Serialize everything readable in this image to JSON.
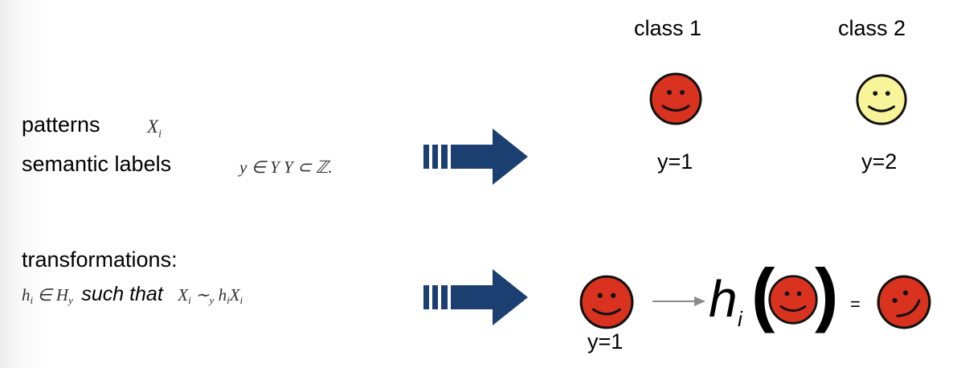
{
  "classes": [
    {
      "header": "class 1",
      "label": "y=1",
      "face_color": "#d9321e"
    },
    {
      "header": "class 2",
      "label": "y=2",
      "face_color": "#f7f49a"
    }
  ],
  "left": {
    "patterns_label": "patterns",
    "patterns_math": "X",
    "patterns_math_sub": "i",
    "semantic_label": "semantic labels",
    "semantic_math": "y ∈ Y  Y ⊂ ℤ.",
    "transformations_label": "transformations:",
    "transform_math_1": "h",
    "transform_math_1_sub": "i",
    "transform_math_2": " ∈ H",
    "transform_math_2_sub": "y",
    "such_that": "such that",
    "transform_math_3": "X",
    "transform_math_3_sub": "i",
    "transform_math_4": " ∼",
    "transform_math_4_sub": "y",
    "transform_math_5": " h",
    "transform_math_5_sub": "i",
    "transform_math_6": "X",
    "transform_math_6_sub": "i"
  },
  "transform_row": {
    "input_label": "y=1",
    "h_symbol": "h",
    "h_sub": "i",
    "open_paren": "(",
    "close_paren": ")",
    "equals": "="
  },
  "colors": {
    "arrow": "#1c3f72",
    "red_face": "#d9321e",
    "yellow_face": "#f7f49a",
    "outline": "#111111"
  },
  "icons": [
    "double-bar-arrow-icon",
    "smiley-face-icon",
    "thin-arrow-icon"
  ]
}
